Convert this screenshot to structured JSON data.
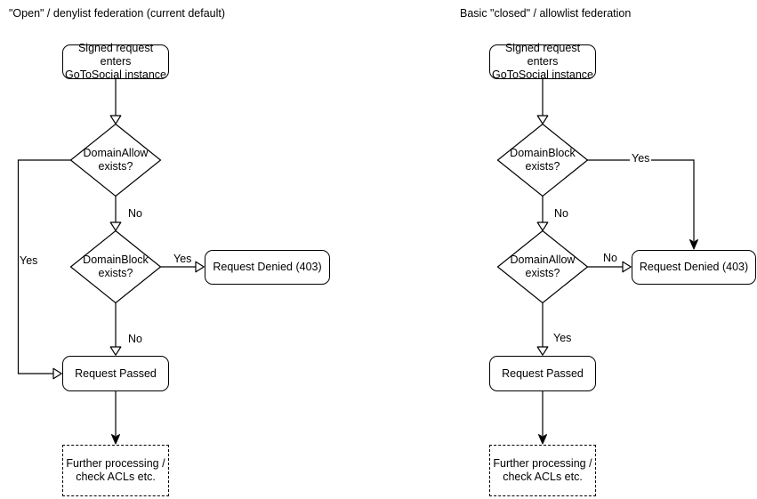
{
  "colors": {
    "stroke": "#000000",
    "text": "#000000",
    "background": "#ffffff"
  },
  "left": {
    "title": "\"Open\" / denylist federation (current default)",
    "start": {
      "line1": "Signed request enters",
      "line2": "GoToSocial instance"
    },
    "decision1": {
      "line1": "DomainAllow",
      "line2": "exists?"
    },
    "decision1_yes_label": "Yes",
    "decision1_no_label": "No",
    "decision2": {
      "line1": "DomainBlock",
      "line2": "exists?"
    },
    "decision2_yes_label": "Yes",
    "decision2_no_label": "No",
    "denied_label": "Request Denied (403)",
    "passed_label": "Request Passed",
    "further": {
      "line1": "Further processing /",
      "line2": "check ACLs etc."
    }
  },
  "right": {
    "title": "Basic \"closed\" / allowlist federation",
    "start": {
      "line1": "Signed request enters",
      "line2": "GoToSocial instance"
    },
    "decision1": {
      "line1": "DomainBlock",
      "line2": "exists?"
    },
    "decision1_yes_label": "Yes",
    "decision1_no_label": "No",
    "decision2": {
      "line1": "DomainAllow",
      "line2": "exists?"
    },
    "decision2_yes_label": "Yes",
    "decision2_no_label": "No",
    "denied_label": "Request Denied (403)",
    "passed_label": "Request Passed",
    "further": {
      "line1": "Further processing /",
      "line2": "check ACLs etc."
    }
  }
}
